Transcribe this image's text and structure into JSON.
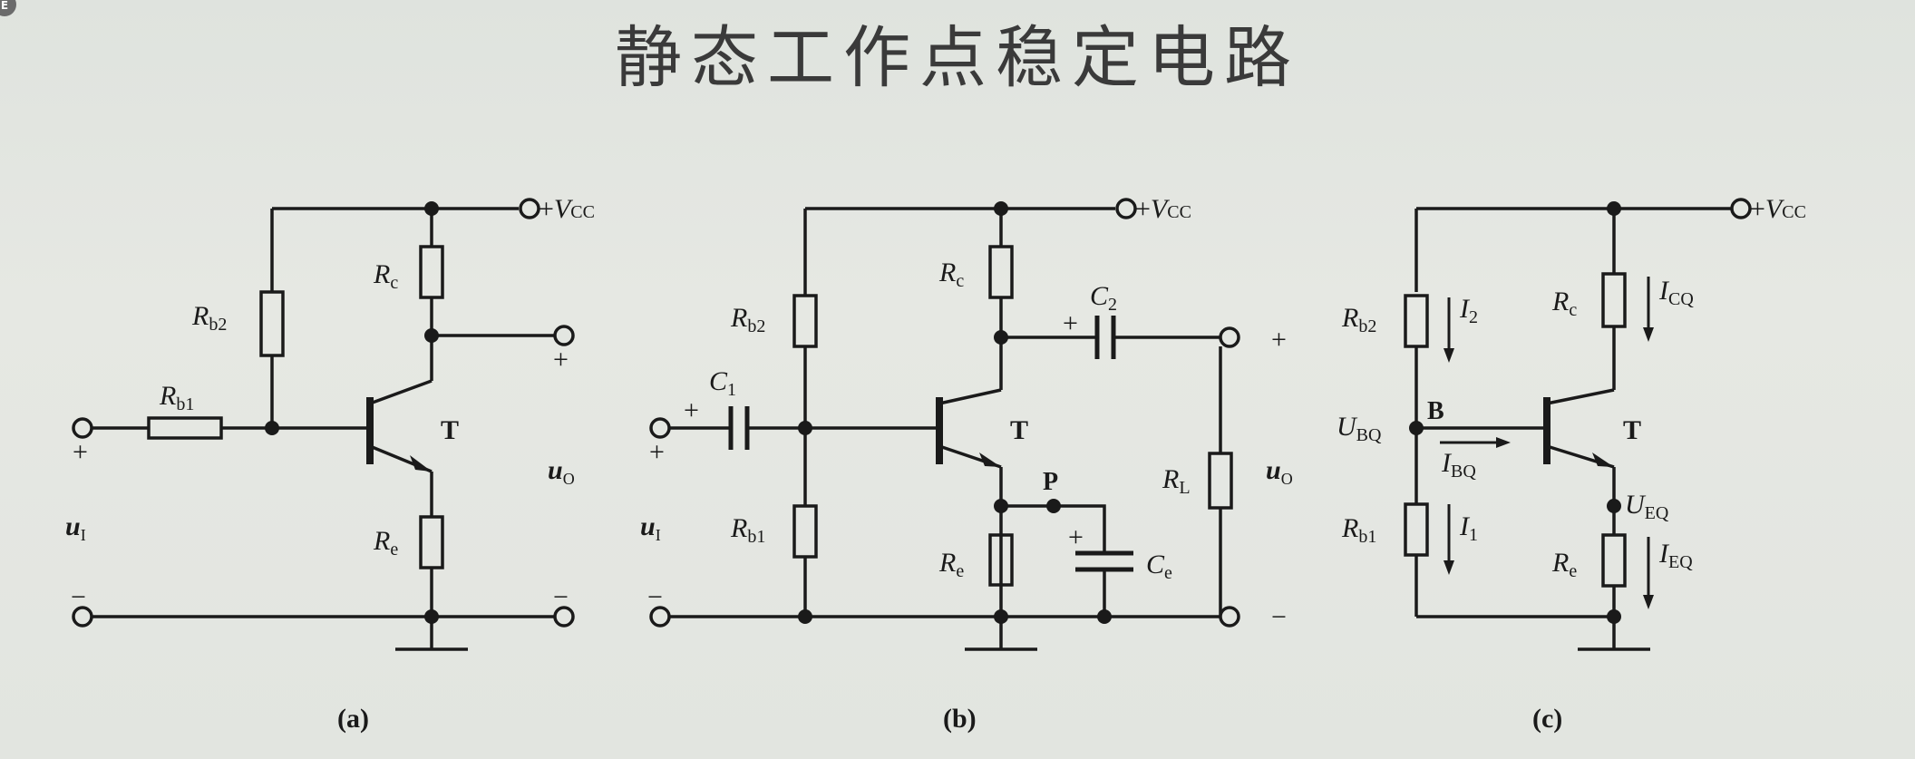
{
  "page": {
    "title": "静态工作点稳定电路",
    "badge": "E"
  },
  "common": {
    "vcc_sign": "+",
    "vcc_sym": "V",
    "vcc_sub": "CC",
    "plus": "+",
    "minus": "−",
    "transistor": "T"
  },
  "circuit_a": {
    "caption": "(a)",
    "rb1": {
      "sym": "R",
      "sub": "b1"
    },
    "rb2": {
      "sym": "R",
      "sub": "b2"
    },
    "rc": {
      "sym": "R",
      "sub": "c"
    },
    "re": {
      "sym": "R",
      "sub": "e"
    },
    "ui": {
      "sym": "u",
      "sub": "I"
    },
    "uo": {
      "sym": "u",
      "sub": "O"
    }
  },
  "circuit_b": {
    "caption": "(b)",
    "c1": {
      "sym": "C",
      "sub": "1"
    },
    "c2": {
      "sym": "C",
      "sub": "2"
    },
    "ce": {
      "sym": "C",
      "sub": "e"
    },
    "rb1": {
      "sym": "R",
      "sub": "b1"
    },
    "rb2": {
      "sym": "R",
      "sub": "b2"
    },
    "rc": {
      "sym": "R",
      "sub": "c"
    },
    "re": {
      "sym": "R",
      "sub": "e"
    },
    "rl": {
      "sym": "R",
      "sub": "L"
    },
    "node_p": "P",
    "ui": {
      "sym": "u",
      "sub": "I"
    },
    "uo": {
      "sym": "u",
      "sub": "O"
    }
  },
  "circuit_c": {
    "caption": "(c)",
    "rb1": {
      "sym": "R",
      "sub": "b1"
    },
    "rb2": {
      "sym": "R",
      "sub": "b2"
    },
    "rc": {
      "sym": "R",
      "sub": "c"
    },
    "re": {
      "sym": "R",
      "sub": "e"
    },
    "node_b": "B",
    "ubq": {
      "sym": "U",
      "sub": "BQ"
    },
    "ueq": {
      "sym": "U",
      "sub": "EQ"
    },
    "ibq": {
      "sym": "I",
      "sub": "BQ"
    },
    "icq": {
      "sym": "I",
      "sub": "CQ"
    },
    "ieq": {
      "sym": "I",
      "sub": "EQ"
    },
    "i1": {
      "sym": "I",
      "sub": "1"
    },
    "i2": {
      "sym": "I",
      "sub": "2"
    }
  }
}
